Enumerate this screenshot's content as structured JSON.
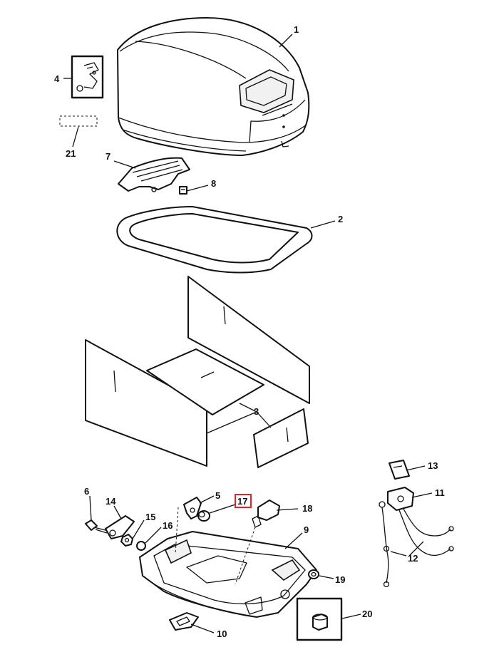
{
  "callouts": {
    "c1": "1",
    "c2": "2",
    "c3": "3",
    "c4": "4",
    "c5": "5",
    "c6": "6",
    "c7": "7",
    "c8": "8",
    "c9": "9",
    "c10": "10",
    "c11": "11",
    "c12": "12",
    "c13": "13",
    "c14": "14",
    "c15": "15",
    "c16": "16",
    "c17": "17",
    "c18": "18",
    "c19": "19",
    "c20": "20",
    "c21": "21"
  },
  "highlighted_callout": "17",
  "colors": {
    "ink": "#111111",
    "highlight": "#e0232b",
    "background": "#ffffff"
  }
}
